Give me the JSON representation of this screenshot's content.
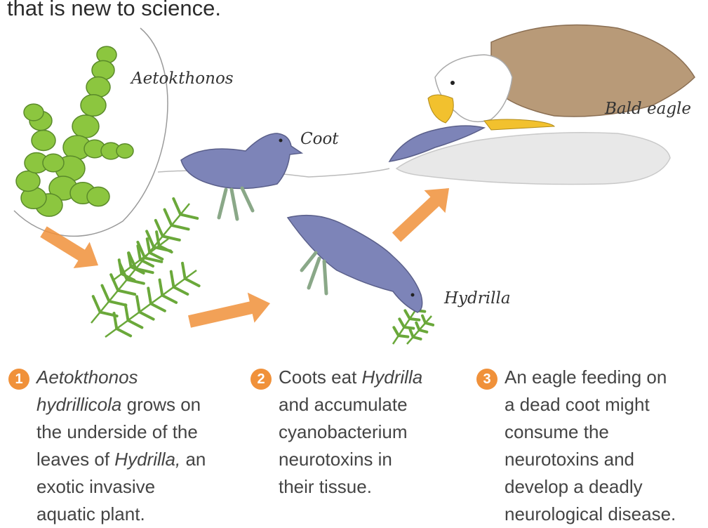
{
  "intro_text": "that is new to science.",
  "labels": {
    "aetokthonos": "Aetokthonos",
    "coot": "Coot",
    "bald_eagle": "Bald eagle",
    "hydrilla": "Hydrilla"
  },
  "steps": [
    {
      "number": "1",
      "lines": [
        [
          {
            "t": "Aetokthonos",
            "i": true
          }
        ],
        [
          {
            "t": "hydrillicola",
            "i": true
          },
          {
            "t": " grows on"
          }
        ],
        [
          {
            "t": "the underside of the"
          }
        ],
        [
          {
            "t": "leaves of "
          },
          {
            "t": "Hydrilla,",
            "i": true
          },
          {
            "t": " an"
          }
        ],
        [
          {
            "t": "exotic invasive"
          }
        ],
        [
          {
            "t": "aquatic plant."
          }
        ]
      ]
    },
    {
      "number": "2",
      "lines": [
        [
          {
            "t": "Coots eat "
          },
          {
            "t": "Hydrilla",
            "i": true
          }
        ],
        [
          {
            "t": "and accumulate"
          }
        ],
        [
          {
            "t": "cyanobacterium"
          }
        ],
        [
          {
            "t": "neurotoxins in"
          }
        ],
        [
          {
            "t": "their tissue."
          }
        ]
      ]
    },
    {
      "number": "3",
      "lines": [
        [
          {
            "t": "An eagle feeding on"
          }
        ],
        [
          {
            "t": "a dead coot might"
          }
        ],
        [
          {
            "t": "consume the"
          }
        ],
        [
          {
            "t": "neurotoxins and"
          }
        ],
        [
          {
            "t": "develop a deadly"
          }
        ],
        [
          {
            "t": "neurological disease."
          }
        ]
      ]
    }
  ],
  "colors": {
    "algae": "#8cc63f",
    "algae_outline": "#5a8a2a",
    "plant": "#6aa83a",
    "bird": "#7d84b8",
    "eagle_body": "#b89a78",
    "eagle_head": "#ffffff",
    "beak": "#f2c12e",
    "arrow": "#f0913a",
    "step_badge": "#f0913a"
  }
}
